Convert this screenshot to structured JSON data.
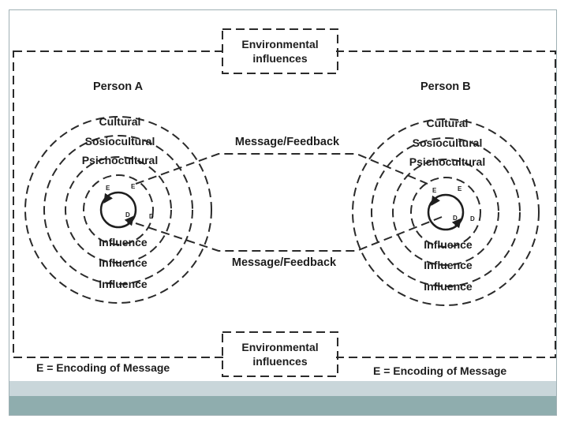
{
  "diagram": {
    "environment_box": {
      "top": {
        "line1": "Environmental",
        "line2": "influences"
      },
      "bottom": {
        "line1": "Environmental",
        "line2": "influences"
      }
    },
    "person_a": {
      "name": "Person A",
      "rings": [
        "Cultural",
        "Sosiocultural",
        "Psichocultural"
      ],
      "influences": [
        "Influence",
        "Influence",
        "Influence"
      ],
      "encode_marks": [
        "E",
        "E"
      ],
      "decode_marks": [
        "D",
        "D"
      ]
    },
    "person_b": {
      "name": "Person B",
      "rings": [
        "Cultural",
        "Sosiocultural",
        "Psichocultural"
      ],
      "influences": [
        "Influence",
        "Influence",
        "Influence"
      ],
      "encode_marks": [
        "E",
        "E"
      ],
      "decode_marks": [
        "D",
        "D"
      ]
    },
    "channel": {
      "top": "Message/Feedback",
      "bottom": "Message/Feedback"
    },
    "legend": {
      "left": "E = Encoding of Message",
      "right": "E = Encoding of Message"
    }
  }
}
